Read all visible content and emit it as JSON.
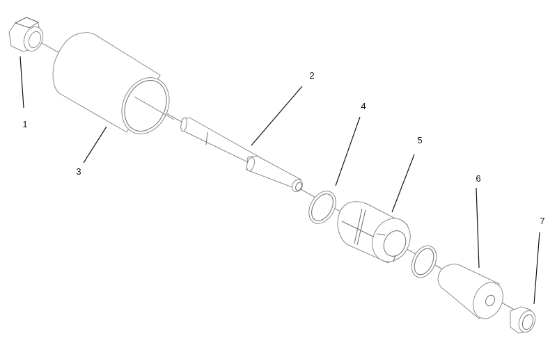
{
  "diagram": {
    "type": "exploded-parts-view",
    "background": "#ffffff",
    "line_color": "#8a8a8a",
    "callouts": [
      {
        "number": "1",
        "part": "hex nut (left)"
      },
      {
        "number": "2",
        "part": "stepped shaft / pin"
      },
      {
        "number": "3",
        "part": "large cylindrical sleeve"
      },
      {
        "number": "4",
        "part": "flat washer / ring (left)"
      },
      {
        "number": "5",
        "part": "split bushing with grooves"
      },
      {
        "number": "6",
        "part": "tapered cone spacer"
      },
      {
        "number": "7",
        "part": "hex nut (right)"
      }
    ]
  }
}
